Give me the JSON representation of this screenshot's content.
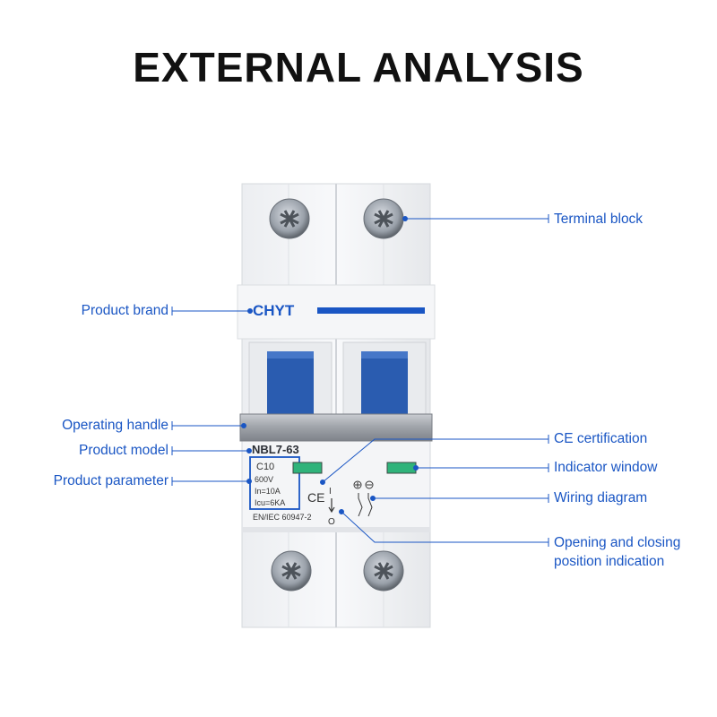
{
  "title": "EXTERNAL ANALYSIS",
  "colors": {
    "accent": "#1a56c4",
    "handle": "#2a5cb0",
    "indicator": "#2fb37a"
  },
  "callouts": {
    "terminal_block": "Terminal block",
    "product_brand": "Product brand",
    "operating_handle": "Operating handle",
    "product_model": "Product model",
    "product_parameter": "Product parameter",
    "ce_certification": "CE certification",
    "indicator_window": "Indicator window",
    "wiring_diagram": "Wiring diagram",
    "opening_closing_line1": "Opening and closing",
    "opening_closing_line2": "position indication"
  },
  "device": {
    "brand": "CHYT",
    "model": "NBL7-63",
    "rating": "C10",
    "voltage": "600V",
    "current": "In=10A",
    "breaking": "Icu=6KA",
    "standard": "EN/IEC 60947-2",
    "ce_mark": "CE",
    "on_mark": "I",
    "off_mark": "O"
  }
}
